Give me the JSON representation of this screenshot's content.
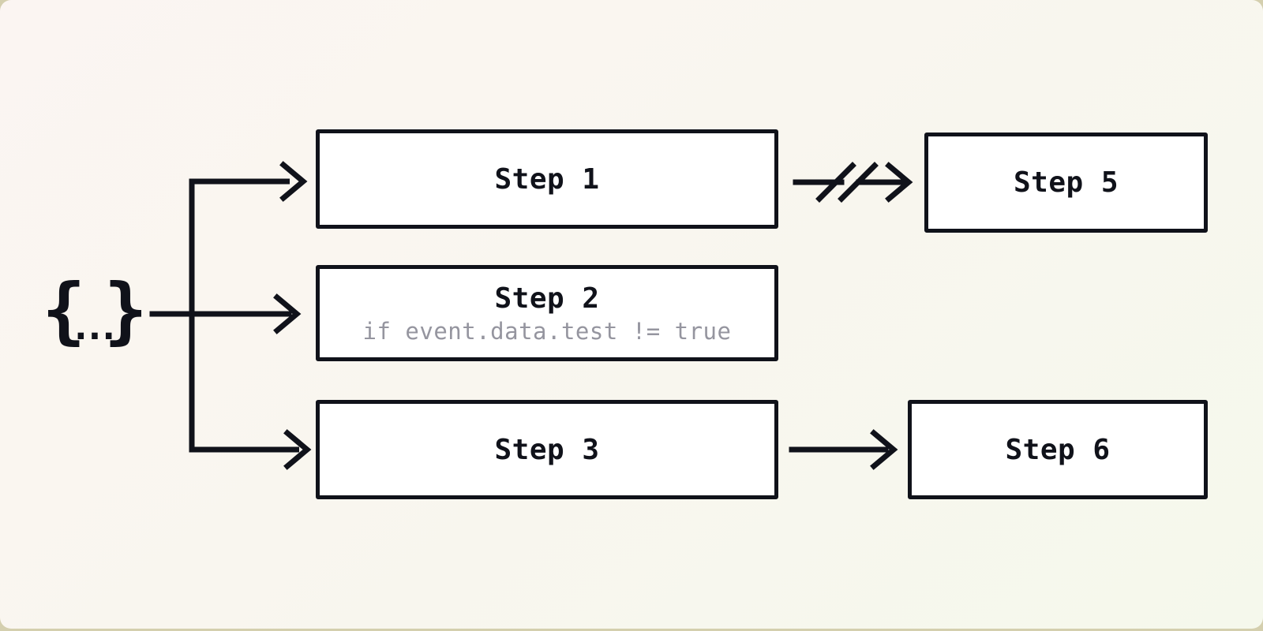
{
  "colors": {
    "ink": "#10121a",
    "box_fill": "#ffffff",
    "caption_gray": "#95959f",
    "card_bg_start": "#fbf5f2",
    "card_bg_mid": "#f9f6ef",
    "card_bg_end": "#f5f8ec",
    "page_bg": "#d4cfae"
  },
  "event_source": {
    "open_brace": "{",
    "dots": "...",
    "close_brace": "}"
  },
  "steps": [
    {
      "id": "step-1",
      "label": "Step 1"
    },
    {
      "id": "step-2",
      "label": "Step 2",
      "condition": "if event.data.test != true"
    },
    {
      "id": "step-3",
      "label": "Step 3"
    },
    {
      "id": "step-5",
      "label": "Step 5"
    },
    {
      "id": "step-6",
      "label": "Step 6"
    }
  ],
  "edges": [
    {
      "from": "event-payload",
      "to": "step-1",
      "style": "arrow"
    },
    {
      "from": "event-payload",
      "to": "step-2",
      "style": "arrow"
    },
    {
      "from": "event-payload",
      "to": "step-3",
      "style": "arrow"
    },
    {
      "from": "step-1",
      "to": "step-5",
      "style": "cancelled-arrow"
    },
    {
      "from": "step-3",
      "to": "step-6",
      "style": "arrow"
    }
  ]
}
